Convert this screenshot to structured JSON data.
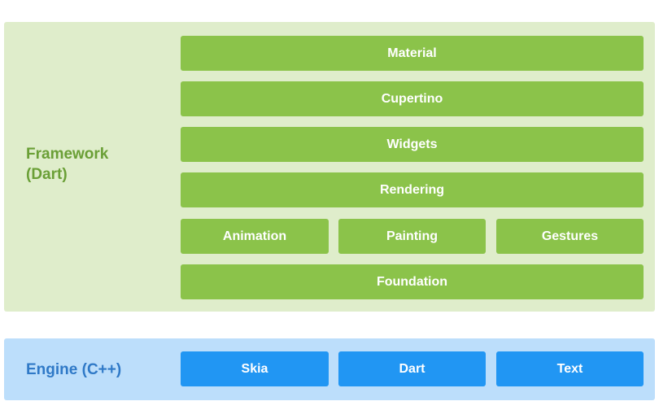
{
  "framework": {
    "label": "Framework\n(Dart)",
    "layers": {
      "material": "Material",
      "cupertino": "Cupertino",
      "widgets": "Widgets",
      "rendering": "Rendering",
      "animation": "Animation",
      "painting": "Painting",
      "gestures": "Gestures",
      "foundation": "Foundation"
    }
  },
  "engine": {
    "label": "Engine (C++)",
    "layers": {
      "skia": "Skia",
      "dart": "Dart",
      "text": "Text"
    }
  },
  "colors": {
    "framework_panel": "#dfedcb",
    "framework_block": "#8bc34a",
    "framework_label": "#6a9f36",
    "engine_panel": "#bcdefb",
    "engine_block": "#2196f3",
    "engine_label": "#2f79c7"
  }
}
